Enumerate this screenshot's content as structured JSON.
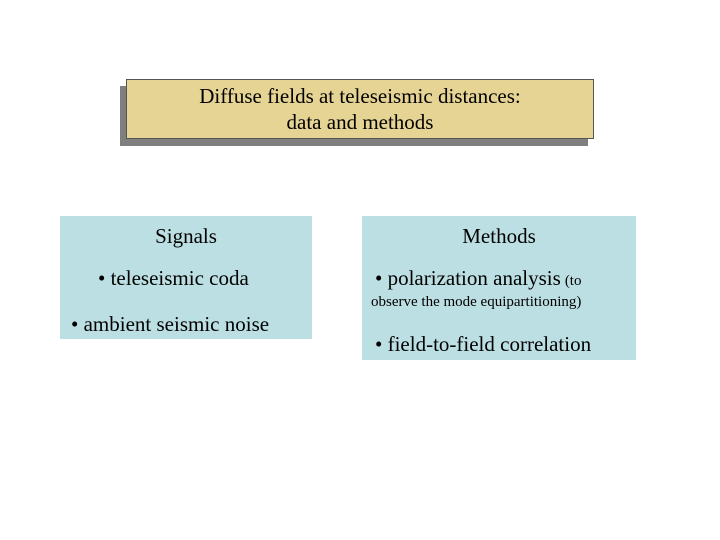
{
  "title": {
    "line1": "Diffuse fields at teleseismic distances:",
    "line2": "data and methods"
  },
  "signals": {
    "heading": "Signals",
    "items": [
      "• teleseismic coda",
      "• ambient seismic noise"
    ]
  },
  "methods": {
    "heading": "Methods",
    "item1": "• polarization analysis",
    "item1_note_start": "(to",
    "item1_note_cont": "observe the mode equipartitioning)",
    "item2": "• field-to-field correlation"
  },
  "colors": {
    "title_fill": "#e6d495",
    "title_shadow": "#7f7f7f",
    "panel_fill": "#bcdfe3"
  }
}
